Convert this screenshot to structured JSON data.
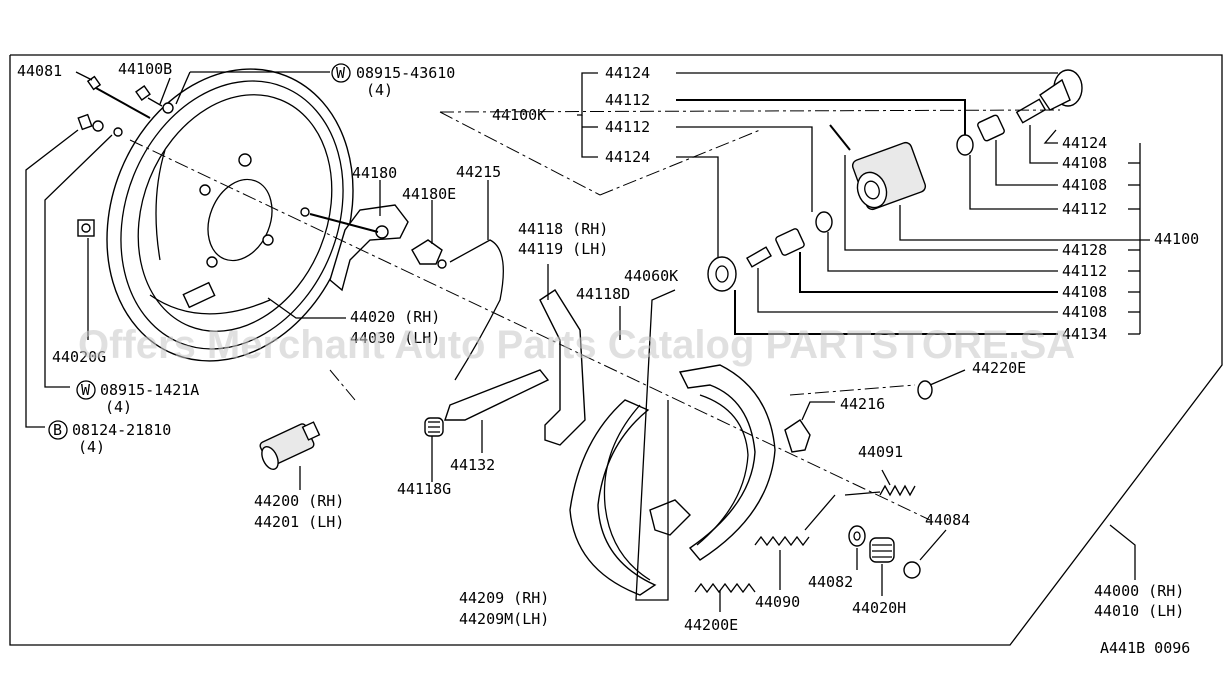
{
  "diagram": {
    "watermark": "Offers Merchant Auto Parts Catalog PARTSTORE.SA",
    "figure_code": "A441B 0096",
    "labels": {
      "l44081": "44081",
      "l44100B": "44100B",
      "w_symbol": "W",
      "w0891543610": "08915-43610",
      "q4a": "(4)",
      "l44180": "44180",
      "l44180E": "44180E",
      "l44215": "44215",
      "l44118RH": "44118 (RH)",
      "l44119LH": "44119 (LH)",
      "l44060K": "44060K",
      "l44118D": "44118D",
      "l44020RH": "44020 (RH)",
      "l44030LH": "44030 (LH)",
      "l44020G": "44020G",
      "w08915_1421A": "08915-1421A",
      "q4b": "(4)",
      "b_symbol": "B",
      "b08124_21810": "08124-21810",
      "q4c": "(4)",
      "l44200RH": "44200 (RH)",
      "l44201LH": "44201 (LH)",
      "l44118G": "44118G",
      "l44132": "44132",
      "l44209RH": "44209  (RH)",
      "l44209MLH": "44209M(LH)",
      "l44200E": "44200E",
      "l44090": "44090",
      "l44082": "44082",
      "l44020H": "44020H",
      "l44084": "44084",
      "l44091": "44091",
      "l44216": "44216",
      "l44220E": "44220E",
      "l44000RH": "44000 (RH)",
      "l44010LH": "44010 (LH)",
      "l44100K": "44100K",
      "r44124a": "44124",
      "r44112a": "44112",
      "r44112b": "44112",
      "r44124b": "44124",
      "r44124c": "44124",
      "r44108a": "44108",
      "r44108b": "44108",
      "r44112c": "44112",
      "r44128": "44128",
      "r44100": "44100",
      "r44112d": "44112",
      "r44108c": "44108",
      "r44108d": "44108",
      "r44134": "44134"
    }
  }
}
